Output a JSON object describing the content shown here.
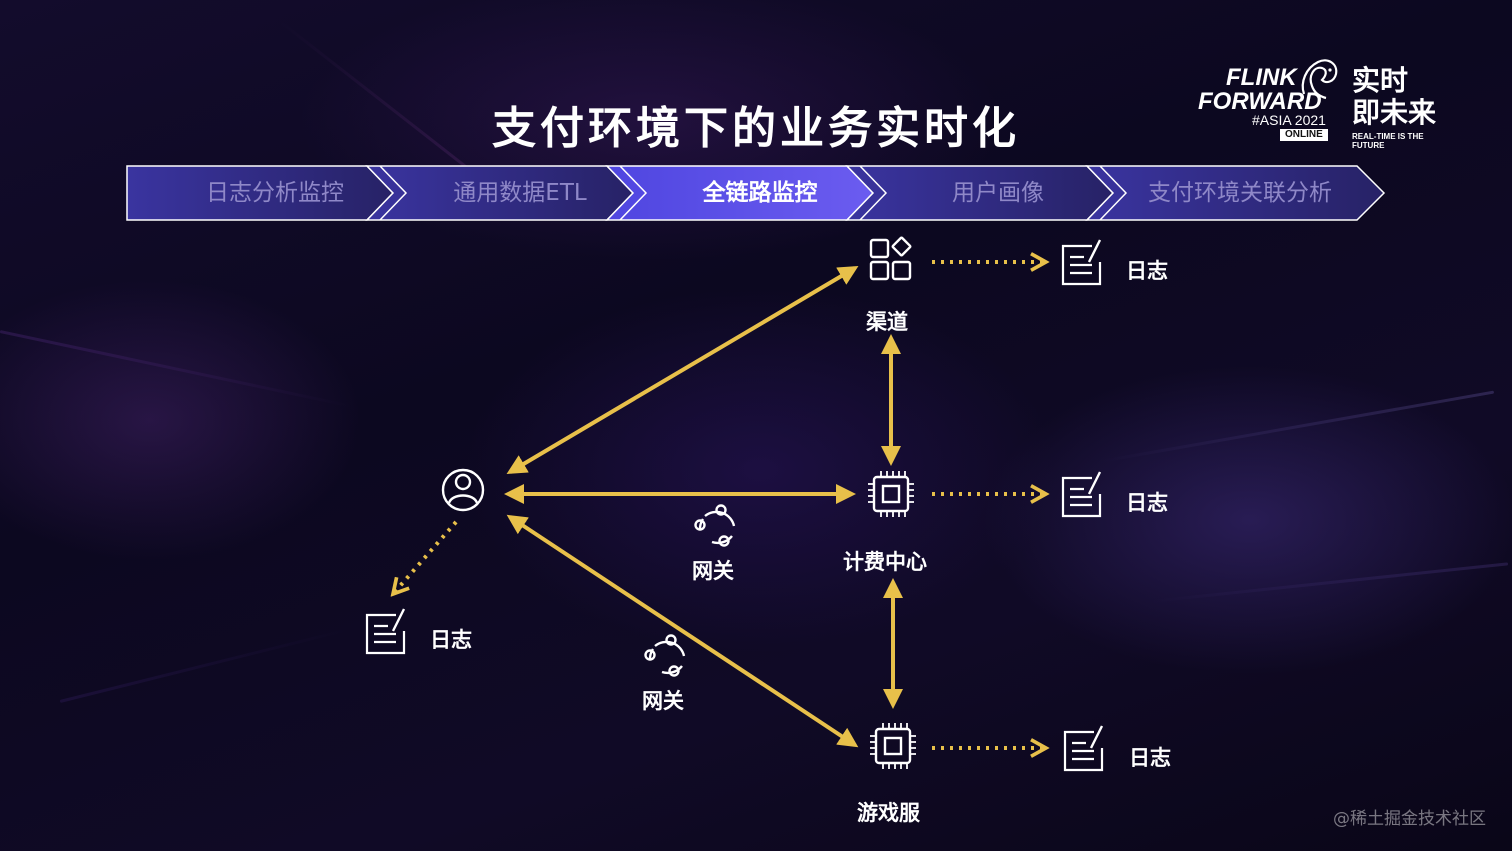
{
  "title": "支付环境下的业务实时化",
  "logo": {
    "line1": "FLINK",
    "line2": "FORWARD",
    "edition": "#ASIA 2021",
    "badge": "ONLINE",
    "slogan_line1": "实时",
    "slogan_line2": "即未来",
    "slogan_en": "REAL-TIME IS THE FUTURE"
  },
  "tabs": [
    {
      "label": "日志分析监控",
      "active": false
    },
    {
      "label": "通用数据ETL",
      "active": false
    },
    {
      "label": "全链路监控",
      "active": true
    },
    {
      "label": "用户画像",
      "active": false
    },
    {
      "label": "支付环境关联分析",
      "active": false
    }
  ],
  "nodes": {
    "user": {
      "icon": "user-icon"
    },
    "channel": {
      "label": "渠道",
      "icon": "apps-icon"
    },
    "billing": {
      "label": "计费中心",
      "icon": "chip-icon"
    },
    "game": {
      "label": "游戏服",
      "icon": "chip-icon"
    },
    "gateway_top": {
      "label": "网关",
      "icon": "network-icon"
    },
    "gateway_bottom": {
      "label": "网关",
      "icon": "network-icon"
    },
    "log_channel": {
      "label": "日志",
      "icon": "document-icon"
    },
    "log_billing": {
      "label": "日志",
      "icon": "document-icon"
    },
    "log_game": {
      "label": "日志",
      "icon": "document-icon"
    },
    "log_user": {
      "label": "日志",
      "icon": "document-icon"
    }
  },
  "colors": {
    "arrow": "#e8c04a",
    "tab_active": "#5b4de0",
    "tab_inactive": "#2e2a78",
    "tab_text_inactive": "#8f88c8",
    "tab_text_active": "#ffffff"
  },
  "watermark": "@稀土掘金技术社区"
}
